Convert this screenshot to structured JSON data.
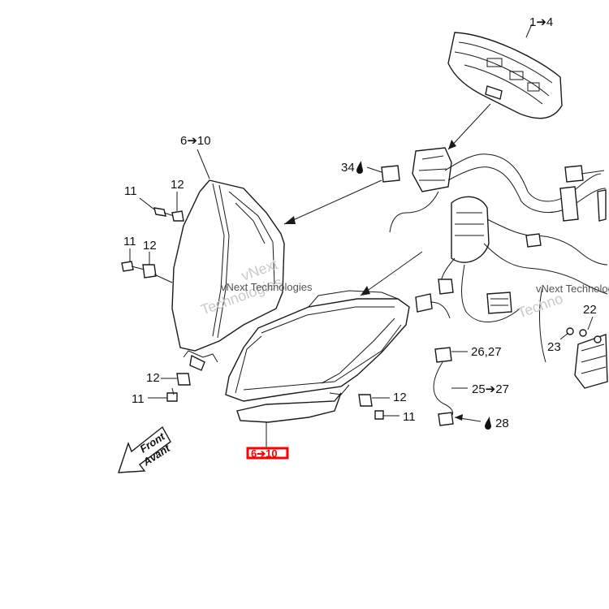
{
  "colors": {
    "highlight": "#ff0000",
    "ink": "#1a1a1a",
    "watermark": "#c9c9c9"
  },
  "labels": {
    "top_right": "1➔4",
    "cover_ref": "6➔10",
    "connector_ref": "34",
    "fastener_11a": "11",
    "fastener_12a": "12",
    "fastener_11b": "11",
    "fastener_12b": "12",
    "fastener_12c": "12",
    "fastener_11c": "11",
    "fastener_12d": "12",
    "fastener_11d": "11",
    "sensor_ref_a": "26,27",
    "sensor_ref_b": "25➔27",
    "sensor_ref_c": "28",
    "relay_ref_a": "22",
    "relay_ref_b": "23",
    "highlighted_ref": "6➔10"
  },
  "icons": {
    "grease": "oil-drop-icon",
    "front_arrow": "front-arrow-icon"
  },
  "direction": {
    "line1": "Front",
    "line2": "Avant"
  },
  "watermarks": [
    "vNext",
    "Technologies",
    "vNext Technologies",
    "vNext Technolog",
    "Techno"
  ]
}
